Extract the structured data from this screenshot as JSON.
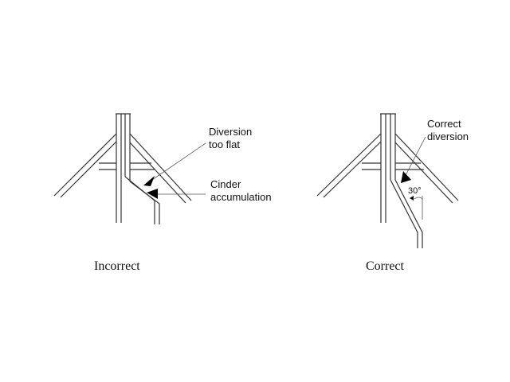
{
  "incorrect": {
    "caption": "Incorrect",
    "callout_flat_line1": "Diversion",
    "callout_flat_line2": "too flat",
    "callout_cinder_line1": "Cinder",
    "callout_cinder_line2": "accumulation"
  },
  "correct": {
    "caption": "Correct",
    "callout_diversion_line1": "Correct",
    "callout_diversion_line2": "diversion",
    "angle_label": "30°"
  },
  "colors": {
    "line": "#333333",
    "arrow": "#000000",
    "background": "#ffffff"
  }
}
